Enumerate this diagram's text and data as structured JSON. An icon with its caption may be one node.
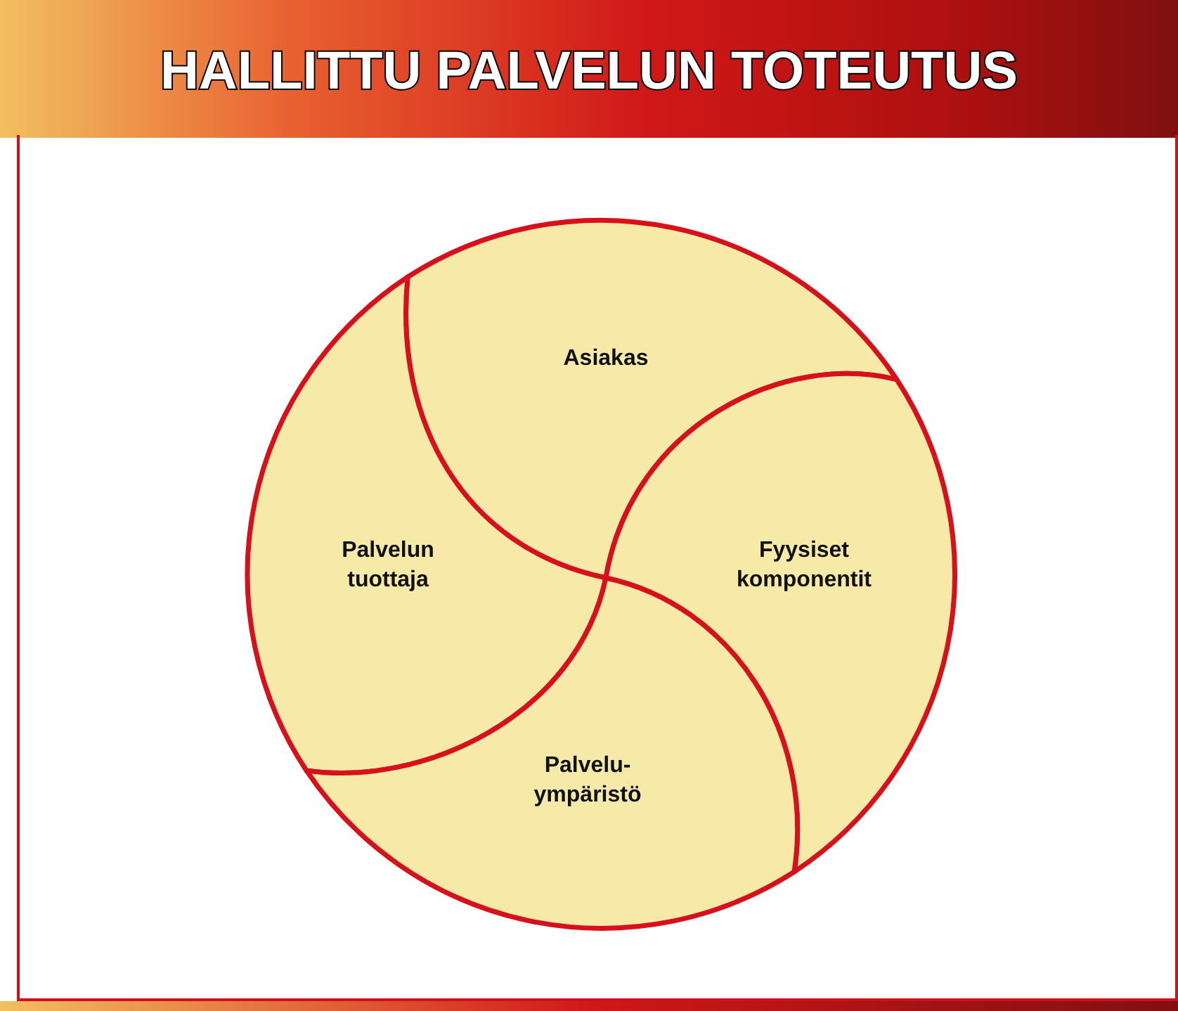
{
  "diagram": {
    "title": "HALLITTU PALVELUN TOTEUTUS",
    "nodes": [
      {
        "text": [
          "Asiakas"
        ]
      },
      {
        "text": [
          "Palvelun tuottaja"
        ]
      },
      {
        "text": [
          "Fyysiset komponentit"
        ]
      },
      {
        "text": [
          "Palvelu- ympäristö"
        ]
      }
    ]
  }
}
